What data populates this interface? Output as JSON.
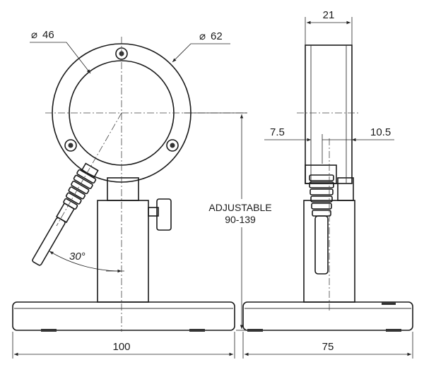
{
  "dimensions": {
    "diameter_inner": "46",
    "diameter_outer": "62",
    "depth": "21",
    "offset_left": "7.5",
    "offset_right": "10.5",
    "angle": "30°",
    "height_label_line1": "ADJUSTABLE",
    "height_label_line2": "90-139",
    "width_front": "100",
    "width_side": "75"
  },
  "symbols": {
    "diameter": "⌀"
  }
}
